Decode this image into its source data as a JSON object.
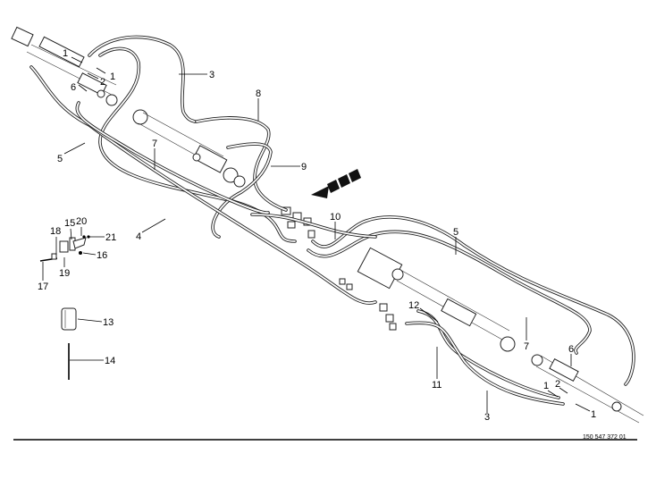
{
  "diagram": {
    "title": "Hydraulic hose routing exploded view",
    "document_number": "150 547 372 01",
    "callouts": [
      "1",
      "1",
      "2",
      "6",
      "3",
      "8",
      "7",
      "5",
      "9",
      "4",
      "10",
      "5",
      "15",
      "20",
      "21",
      "18",
      "16",
      "19",
      "17",
      "13",
      "14",
      "12",
      "7",
      "6",
      "1",
      "2",
      "1",
      "11",
      "3"
    ]
  }
}
